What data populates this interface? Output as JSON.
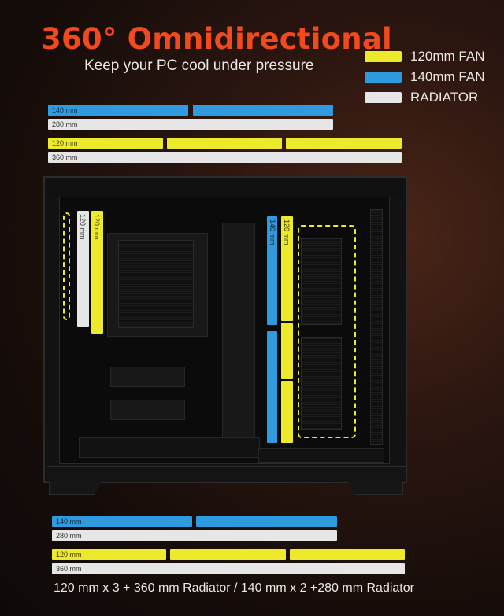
{
  "header": {
    "title": "360° Omnidirectional",
    "subtitle": "Keep your PC cool under pressure"
  },
  "legend": [
    {
      "label": "120mm FAN",
      "color": "#ecea2a"
    },
    {
      "label": "140mm FAN",
      "color": "#2f9bde"
    },
    {
      "label": "RADIATOR",
      "color": "#e6e6e6"
    }
  ],
  "top_bars": {
    "fan140": [
      "140 mm",
      ""
    ],
    "rad280": "280 mm",
    "fan120": [
      "120 mm",
      "",
      ""
    ],
    "rad360": "360 mm"
  },
  "side_bars": {
    "left_rad": "120 mm",
    "left_fan": "120 mm",
    "right_fan140": "140 mm",
    "right_fan120": "120 mm"
  },
  "bottom_bars": {
    "fan140": [
      "140 mm",
      ""
    ],
    "rad280": "280 mm",
    "fan120": [
      "120 mm",
      "",
      ""
    ],
    "rad360": "360 mm"
  },
  "caption": "120 mm x 3 + 360 mm Radiator / 140 mm x 2 +280 mm Radiator",
  "colors": {
    "title": "#f24a1c",
    "fan120": "#ecea2a",
    "fan140": "#2f9bde",
    "radiator": "#e6e6e6"
  }
}
